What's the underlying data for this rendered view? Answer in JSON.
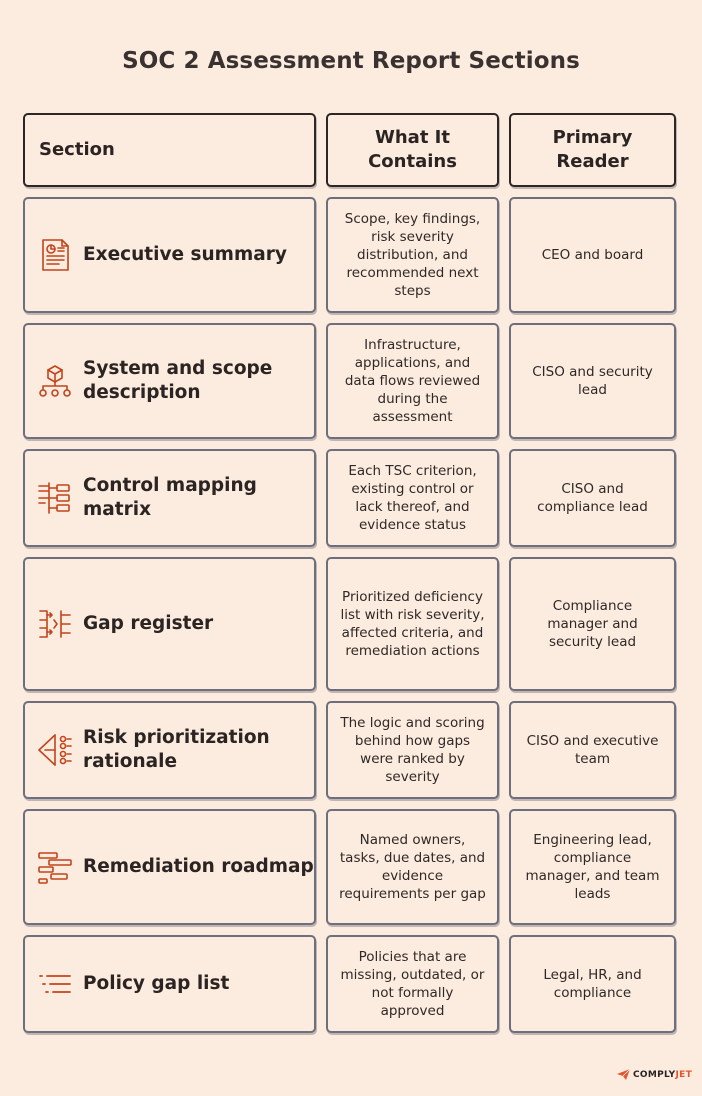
{
  "title": "SOC 2 Assessment Report Sections",
  "headers": {
    "section": "Section",
    "contains": "What It Contains",
    "reader": "Primary Reader"
  },
  "rows": [
    {
      "icon": "report-document-icon",
      "section": "Executive summary",
      "contains": "Scope, key findings, risk severity distribution, and recommended next steps",
      "reader": "CEO and board"
    },
    {
      "icon": "cube-hierarchy-icon",
      "section": "System and scope description",
      "contains": "Infrastructure, applications, and data flows reviewed during the assessment",
      "reader": "CISO and security lead"
    },
    {
      "icon": "mapping-tree-icon",
      "section": "Control mapping matrix",
      "contains": "Each TSC criterion, existing control or lack thereof, and evidence status",
      "reader": "CISO and compliance lead"
    },
    {
      "icon": "gap-register-icon",
      "section": "Gap register",
      "contains": "Prioritized deficiency list with risk severity, affected criteria, and remediation actions",
      "reader": "Compliance manager and security lead"
    },
    {
      "icon": "priority-funnel-icon",
      "section": "Risk prioritization rationale",
      "contains": "The logic and scoring behind how gaps were ranked by severity",
      "reader": "CISO and executive team"
    },
    {
      "icon": "roadmap-icon",
      "section": "Remediation roadmap",
      "contains": "Named owners, tasks, due dates, and evidence requirements per gap",
      "reader": "Engineering lead, compliance manager, and team leads"
    },
    {
      "icon": "list-icon",
      "section": "Policy gap list",
      "contains": "Policies that are missing, outdated, or not formally approved",
      "reader": "Legal, HR, and compliance"
    }
  ],
  "brand": {
    "part1": "COMPLY",
    "part2": "JET"
  },
  "colors": {
    "icon": "#c2441c",
    "accent": "#e2562e",
    "border": "#6d6f7c",
    "background": "#fcecdf"
  }
}
